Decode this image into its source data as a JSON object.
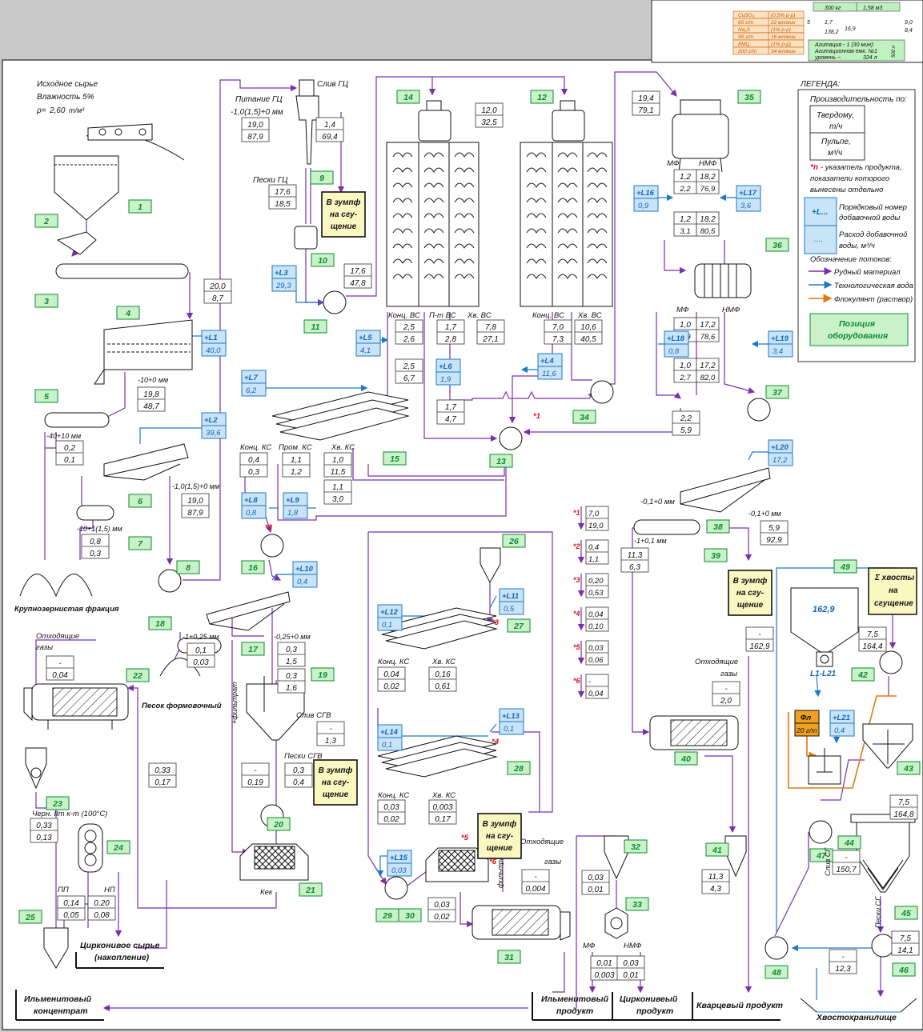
{
  "colors": {
    "ore": "#7a2fb0",
    "water": "#1f77c8",
    "floc": "#e07a10",
    "equip_green": "#0b8a2e",
    "equip_fill": "#c9f2c9",
    "water_fill": "#c9e3f7",
    "sump_fill": "#fbf7c0"
  },
  "header": {
    "r1": [
      "300 кг",
      "1,58 м3"
    ],
    "reagents": [
      [
        "CuSO₄",
        "(0,5% р-р)"
      ],
      [
        "65 г/т",
        "22 мл/мин"
      ],
      [
        "Na₂S",
        "(1% р-р)"
      ],
      [
        "95 г/т",
        "16 мл/мин"
      ],
      [
        "КМЦ",
        "(1% р-р)"
      ],
      [
        "200 г/т",
        "34 мл/мин"
      ]
    ],
    "mid": [
      "5",
      "1,7",
      "138,2",
      "16,9",
      "9,0",
      "8,4"
    ],
    "agit1": "Агитация - 1 (30 мин):",
    "agit2": "Агитационная емк. №1",
    "agit3": "уровень ~",
    "agit4": "324 л",
    "side": "500 л"
  },
  "legend": {
    "title": "ЛЕГЕНДА:",
    "prod_by": "Производительность по:",
    "solid": "Твердому,",
    "solid_u": "т/ч",
    "pulp": "Пульпе,",
    "pulp_u": "м³/ч",
    "pointer_mark": "*n",
    "pointer_text": [
      " - указатель продукта,",
      "показатели которого",
      "вынесены отдельно"
    ],
    "water_mark": "+L...",
    "water_num": [
      "Порядковый номер",
      "добавочной воды"
    ],
    "water_dots": "....",
    "water_flow": [
      "Расход добавочной",
      "воды, м³/ч"
    ],
    "flows_title": "Обозначение потоков:",
    "flow_ore": "Рудный материал",
    "flow_water": "Технологическая вода",
    "flow_floc": "Флокулянт (раствор)",
    "pos": [
      "Позиция",
      "оборудования"
    ]
  },
  "equipment": [
    "1",
    "2",
    "3",
    "4",
    "5",
    "6",
    "7",
    "8",
    "9",
    "10",
    "11",
    "12",
    "13",
    "14",
    "15",
    "16",
    "17",
    "18",
    "19",
    "20",
    "21",
    "22",
    "23",
    "24",
    "25",
    "26",
    "27",
    "28",
    "29",
    "30",
    "31",
    "32",
    "33",
    "34",
    "35",
    "36",
    "37",
    "38",
    "39",
    "40",
    "41",
    "42",
    "43",
    "44",
    "45",
    "46",
    "47",
    "48",
    "49"
  ],
  "waters": [
    {
      "id": "+L1",
      "v": "40,0"
    },
    {
      "id": "+L2",
      "v": "39,6"
    },
    {
      "id": "+L3",
      "v": "29,3"
    },
    {
      "id": "+L4",
      "v": "11,6"
    },
    {
      "id": "+L5",
      "v": "4,1"
    },
    {
      "id": "+L6",
      "v": "1,9"
    },
    {
      "id": "+L7",
      "v": "6,2"
    },
    {
      "id": "+L8",
      "v": "0,8"
    },
    {
      "id": "+L9",
      "v": "1,8"
    },
    {
      "id": "+L10",
      "v": "0,4"
    },
    {
      "id": "+L11",
      "v": "0,5"
    },
    {
      "id": "+L12",
      "v": "0,1"
    },
    {
      "id": "+L13",
      "v": "0,1"
    },
    {
      "id": "+L14",
      "v": "0,1"
    },
    {
      "id": "+L15",
      "v": "0,03"
    },
    {
      "id": "+L16",
      "v": "0,9"
    },
    {
      "id": "+L17",
      "v": "3,6"
    },
    {
      "id": "+L18",
      "v": "0,8"
    },
    {
      "id": "+L19",
      "v": "3,4"
    },
    {
      "id": "+L20",
      "v": "17,2"
    },
    {
      "id": "+L21",
      "v": "0,4"
    }
  ],
  "flows": [
    [
      "20,0",
      "8,7"
    ],
    [
      "19,8",
      "48,7"
    ],
    [
      "0,2",
      "0,1"
    ],
    [
      "0,8",
      "0,3"
    ],
    [
      "19,0",
      "87,9"
    ],
    [
      "19,0",
      "87,9"
    ],
    [
      "1,4",
      "69,4"
    ],
    [
      "17,6",
      "18,5"
    ],
    [
      "17,6",
      "47,8"
    ],
    [
      "12,0",
      "32,5"
    ],
    [
      "19,4",
      "79,1"
    ],
    [
      "2,5",
      "2,6"
    ],
    [
      "1,7",
      "2,8"
    ],
    [
      "7,8",
      "27,1"
    ],
    [
      "2,5",
      "6,7"
    ],
    [
      "1,7",
      "4,7"
    ],
    [
      "7,0",
      "7,3"
    ],
    [
      "10,6",
      "40,5"
    ],
    [
      "0,4",
      "0,3"
    ],
    [
      "1,1",
      "1,2"
    ],
    [
      "1,0",
      "11,5"
    ],
    [
      "1,1",
      "3,0"
    ],
    [
      "0,1",
      "0,03"
    ],
    [
      "0,3",
      "1,5"
    ],
    [
      "0,3",
      "1,6"
    ],
    [
      "-",
      "1,3"
    ],
    [
      "-",
      "0,19"
    ],
    [
      "0,3",
      "0,4"
    ],
    [
      "-",
      "0,04"
    ],
    [
      "0,33",
      "0,17"
    ],
    [
      "0,33",
      "0,13"
    ],
    [
      "0,14",
      "0,05"
    ],
    [
      "0,20",
      "0,08"
    ],
    [
      "0,04",
      "0,02"
    ],
    [
      "0,16",
      "0,61"
    ],
    [
      "0,03",
      "0,02"
    ],
    [
      "0,003",
      "0,17"
    ],
    [
      "-",
      "0,004"
    ],
    [
      "0,03",
      "0,02"
    ],
    [
      "0,03",
      "0,01"
    ],
    [
      "0,01",
      "0,003"
    ],
    [
      "0,03",
      "0,01"
    ],
    [
      "11,3",
      "6,3"
    ],
    [
      "5,9",
      "92,9"
    ],
    [
      "-",
      "2,0"
    ],
    [
      "11,3",
      "4,3"
    ],
    [
      "2,2",
      "5,9"
    ],
    [
      "-",
      "162,9"
    ],
    [
      "7,5",
      "164,4"
    ],
    [
      "7,5",
      "164,8"
    ],
    [
      "-",
      "150,7"
    ],
    [
      "7,5",
      "14,1"
    ],
    [
      "-",
      "12,3"
    ]
  ],
  "mf": [
    [
      "1,2",
      "2,2"
    ],
    [
      "18,2",
      "76,9"
    ],
    [
      "1,2",
      "3,1"
    ],
    [
      "18,2",
      "80,5"
    ],
    [
      "1,0",
      "1,9"
    ],
    [
      "17,2",
      "78,6"
    ],
    [
      "1,0",
      "2,7"
    ],
    [
      "17,2",
      "82,0"
    ]
  ],
  "pointers": [
    {
      "id": "*1",
      "v": [
        "7,0",
        "19,0"
      ]
    },
    {
      "id": "*2",
      "v": [
        "0,4",
        "1,1"
      ]
    },
    {
      "id": "*3",
      "v": [
        "0,20",
        "0,53"
      ]
    },
    {
      "id": "*4",
      "v": [
        "0,04",
        "0,10"
      ]
    },
    {
      "id": "*5",
      "v": [
        "0,03",
        "0,06"
      ]
    },
    {
      "id": "*6",
      "v": [
        "-",
        "0,04"
      ]
    }
  ],
  "labels": {
    "raw1": "Исходное сырье",
    "raw2": "Влажность 5%",
    "raw3": "ρ=",
    "raw4": "2,60",
    "raw5": "т/м³",
    "gc_feed": "Питание ГЦ",
    "gc_size": "-1,0(1,5)+0 мм",
    "gc_over": "Слив ГЦ",
    "gc_sand": "Пески ГЦ",
    "s10": "-10+0 мм",
    "s40": "-40+10 мм",
    "s10b": "-10+1(1,5) мм",
    "s1": "-1,0(1,5)+0 мм",
    "coarse": "Крупнозернистая фракция",
    "s1b": "-1+0,25 мм",
    "s025": "-0,25+0 мм",
    "sand_form": "Песок формовочный",
    "filtrat": "+фильтрат",
    "sgv_over": "Слив СГВ",
    "sgv_sand": "Пески СГВ",
    "cake": "Кек",
    "gas": "Отходящие",
    "gas2": "газы",
    "black": "Черн. IIт к-т (100°С)",
    "pp": "ПП",
    "np": "НП",
    "zr_raw": "Цирконивое сырье",
    "zr_raw2": "(накопление)",
    "ilm_conc": "Ильменитовый",
    "ilm_conc2": "концентрат",
    "ilm_prod": "Ильменитовый",
    "ilm_prod2": "продукт",
    "zr_prod": "Цирконивеый",
    "zr_prod2": "продукт",
    "qz_prod": "Кварцевый продукт",
    "tails": "Хвостохранилище",
    "sump": [
      "В зумпф",
      "на сгу-",
      "щение"
    ],
    "conc_vs": "Конц. ВС",
    "mid_vs": "П-т ВС",
    "tail_vs": "Хв. ВС",
    "conc_ks": "Конц. КС",
    "mid_ks": "Пром. КС",
    "tail_ks": "Хв. КС",
    "mf": "МФ",
    "nmf": "НМФ",
    "s01": "-0,1+0 мм",
    "s01b": "-1+0,1 мм",
    "sum_tails": [
      "Σ хвосты",
      "на",
      "сгущение"
    ],
    "v49": "162,9",
    "l1l21": "L1-L21",
    "fl": "Фл",
    "fl_v": "20 г/т",
    "sliv_sg": "Слив СГ",
    "pesk_sg": "Пески СГ",
    "filtrat2": "фильтрат"
  }
}
